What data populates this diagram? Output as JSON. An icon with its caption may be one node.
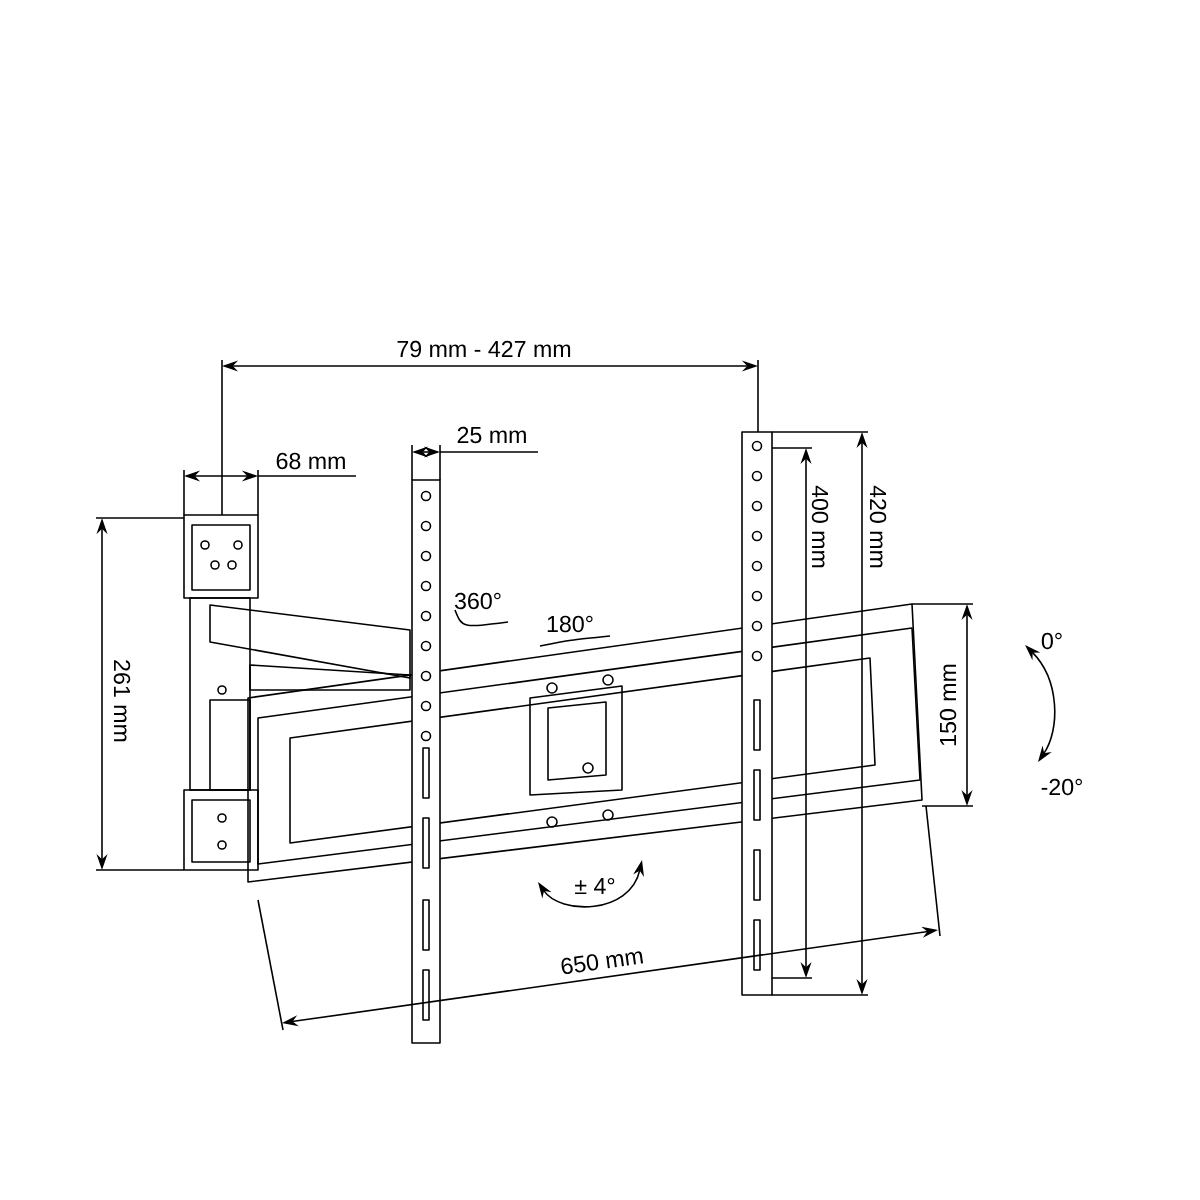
{
  "diagram": {
    "labels": [
      "79 mm - 427 mm",
      "25 mm",
      "68 mm",
      "261 mm",
      "360°",
      "180°",
      "400 mm",
      "420 mm",
      "150 mm",
      "0°",
      "-20°",
      "± 4°",
      "650 mm"
    ]
  }
}
